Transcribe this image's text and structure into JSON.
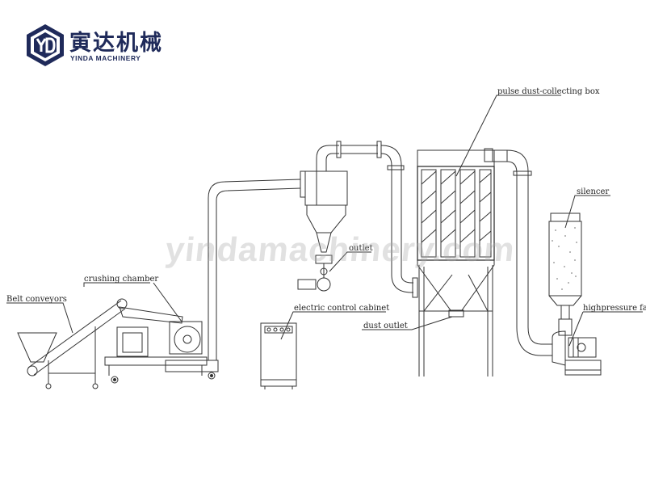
{
  "logo": {
    "name_cn": "寅达机械",
    "name_en": "YINDA MACHINERY"
  },
  "watermark": "yindamachinery.com",
  "labels": {
    "pulse_box": "pulse dust-collecting box",
    "silencer": "silencer",
    "outlet": "outlet",
    "crushing_chamber": "crushing chamber",
    "belt_conveyors": "Belt conveyors",
    "electric_cabinet": "electric control cabinet",
    "dust_outlet": "dust outlet",
    "highpressure_fan": "highpressure fan"
  },
  "colors": {
    "logo": "#1f2a5a",
    "line": "#333333"
  }
}
